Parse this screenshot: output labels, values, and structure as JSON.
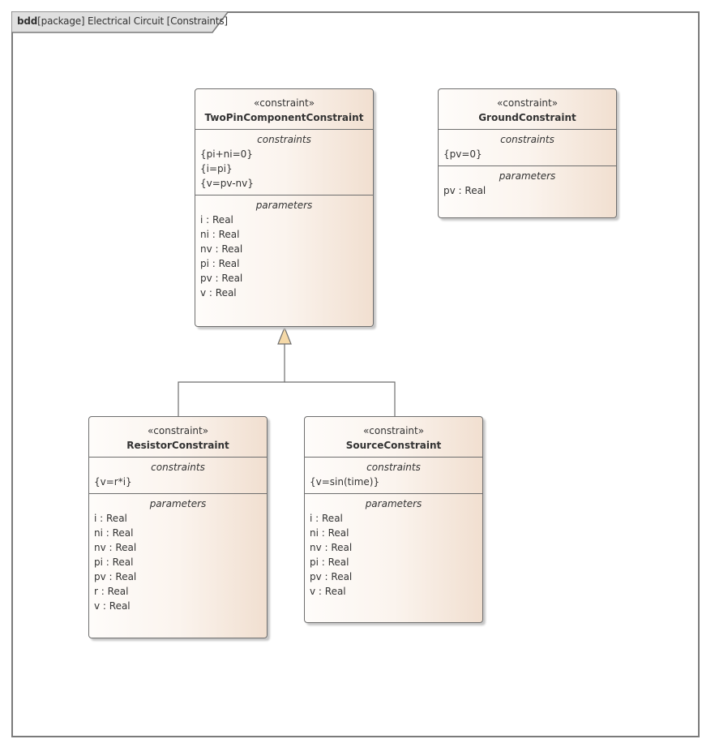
{
  "frame": {
    "kind": "bdd",
    "title": "[package] Electrical Circuit [Constraints]"
  },
  "blocks": [
    {
      "id": "twopin",
      "stereotype": "«constraint»",
      "name": "TwoPinComponentConstraint",
      "sections": [
        {
          "title": "constraints",
          "items": [
            "{pi+ni=0}",
            "{i=pi}",
            "{v=pv-nv}"
          ]
        },
        {
          "title": "parameters",
          "items": [
            "i : Real",
            "ni : Real",
            "nv : Real",
            "pi : Real",
            "pv : Real",
            "v : Real"
          ]
        }
      ]
    },
    {
      "id": "ground",
      "stereotype": "«constraint»",
      "name": "GroundConstraint",
      "sections": [
        {
          "title": "constraints",
          "items": [
            "{pv=0}"
          ]
        },
        {
          "title": "parameters",
          "items": [
            "pv : Real"
          ]
        }
      ]
    },
    {
      "id": "resistor",
      "stereotype": "«constraint»",
      "name": "ResistorConstraint",
      "sections": [
        {
          "title": "constraints",
          "items": [
            "{v=r*i}"
          ]
        },
        {
          "title": "parameters",
          "items": [
            "i : Real",
            "ni : Real",
            "nv : Real",
            "pi : Real",
            "pv : Real",
            "r : Real",
            "v : Real"
          ]
        }
      ]
    },
    {
      "id": "source",
      "stereotype": "«constraint»",
      "name": "SourceConstraint",
      "sections": [
        {
          "title": "constraints",
          "items": [
            "{v=sin(time)}"
          ]
        },
        {
          "title": "parameters",
          "items": [
            "i : Real",
            "ni : Real",
            "nv : Real",
            "pi : Real",
            "pv : Real",
            "v : Real"
          ]
        }
      ]
    }
  ],
  "relations": [
    {
      "type": "generalization",
      "from": "resistor",
      "to": "twopin"
    },
    {
      "type": "generalization",
      "from": "source",
      "to": "twopin"
    }
  ]
}
